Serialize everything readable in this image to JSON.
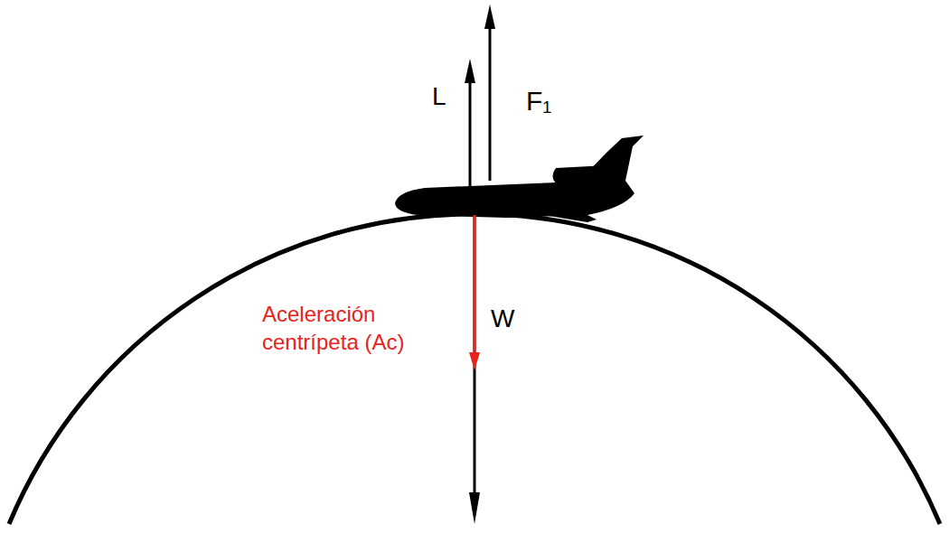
{
  "diagram": {
    "labels": [
      "L",
      "F₁",
      "Aceleración centrípeta (Ac)",
      "W"
    ]
  }
}
